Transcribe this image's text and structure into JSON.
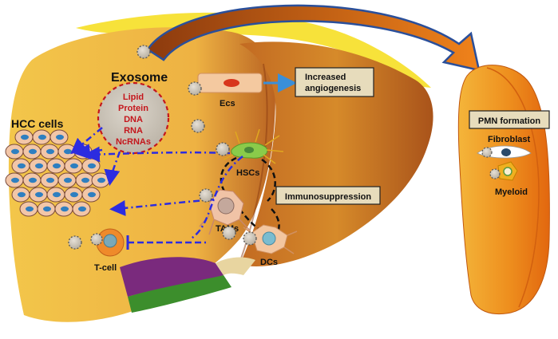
{
  "labels": {
    "exosome": "Exosome",
    "hcc_cells": "HCC cells",
    "ecs": "Ecs",
    "hscs": "HSCs",
    "tams": "TAMs",
    "dcs": "DCs",
    "tcell": "T-cell",
    "fibroblast": "Fibroblast",
    "myeloid": "Myeloid"
  },
  "cargo": [
    "Lipid",
    "Protein",
    "DNA",
    "RNA",
    "NcRNAs"
  ],
  "boxes": {
    "angiogenesis_line1": "Increased",
    "angiogenesis_line2": "angiogenesis",
    "immunosuppression": "Immunosuppression",
    "pmn": "PMN formation"
  },
  "colors": {
    "liver_light": "#f5c244",
    "liver_dark": "#b24c12",
    "box_fill": "#e7dcbc",
    "arrow_blue": "#2c2ce0",
    "cargo_red": "#c4161c",
    "big_arrow": "#e87414"
  }
}
